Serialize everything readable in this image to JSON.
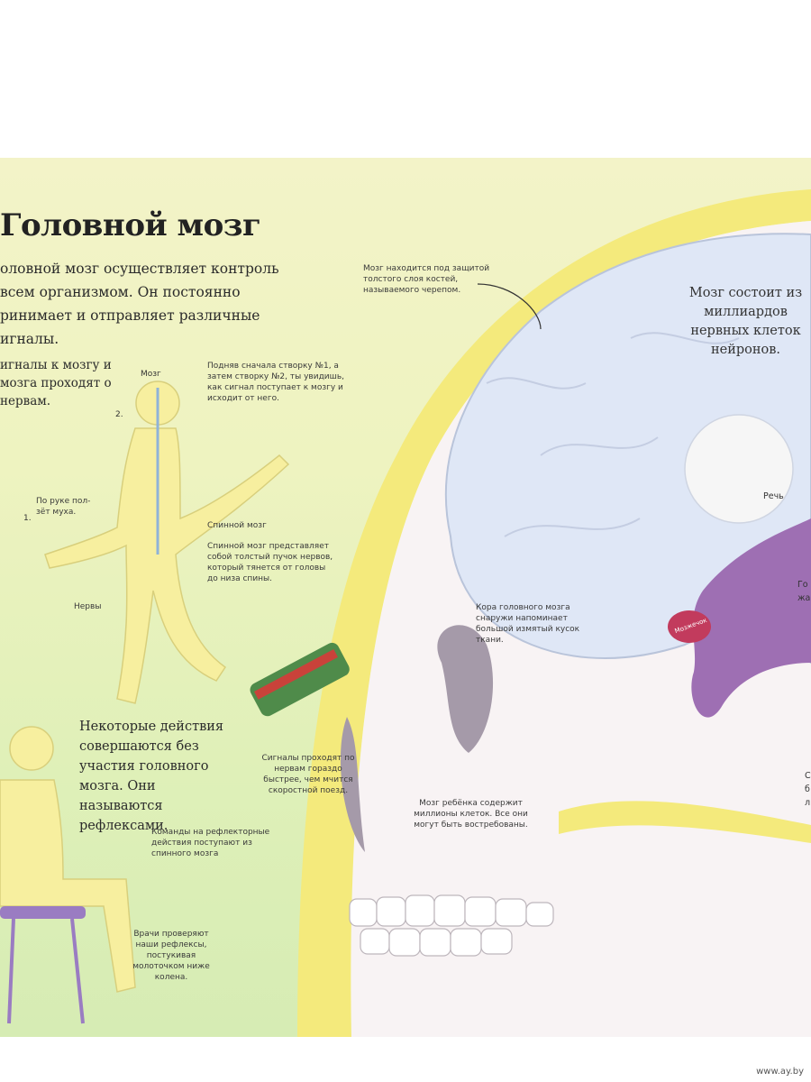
{
  "title": "Головной мозг",
  "intro": "оловной мозг осуществляет контроль всем организмом. Он постоянно ринимает и отправляет различные игналы.",
  "signals_text": "игналы к мозгу и мозга проходят о нервам.",
  "labels": {
    "mozg": "Мозг",
    "num2": "2.",
    "num1": "1.",
    "hand_fly": "По руке пол-зёт муха.",
    "spinal": "Спинной мозг",
    "spinal_desc": "Спинной мозг представляет собой толстый пучок нервов, который тянется от головы до низа спины.",
    "nerves": "Нервы",
    "pull_rope": "Подняв сначала створку №1, а затем створку №2, ты увидишь, как сигнал поступает к мозгу и исходит от него.",
    "skull": "Мозг находится под защитой толстого слоя костей, называемого черепом.",
    "neurons": "Мозг состоит из миллиардов нервных клеток нейронов.",
    "speech": "Речь",
    "cortex": "Кора головного мозга снаружи напоминает большой измятый кусок ткани.",
    "train": "Сигналы проходят по нервам гораздо быстрее, чем мчится скоростной поезд.",
    "child_brain": "Мозг ребёнка содержит миллионы клеток. Все они могут быть востребованы.",
    "reflex": "Некоторые действия совершаются без участия головного мозга. Они называются рефлексами.",
    "reflex_cmd": "Команды на рефлекторные действия поступают из спинного мозга",
    "doctor": "Врачи проверяют наши рефлексы, постукивая молоточком ниже колена.",
    "frag_go": "Го",
    "frag_zh": "жа",
    "frag_c": "С",
    "frag_b": "б",
    "frag_l": "л",
    "cerebellum": "Мозжечок"
  },
  "watermark": "www.ay.by",
  "colors": {
    "page_bg": "#eef3c0",
    "skull_outline": "#f3e97a",
    "brain": "#dfe6f5",
    "limbic": "#9e6fb3",
    "body_yellow": "#f5eda3"
  }
}
